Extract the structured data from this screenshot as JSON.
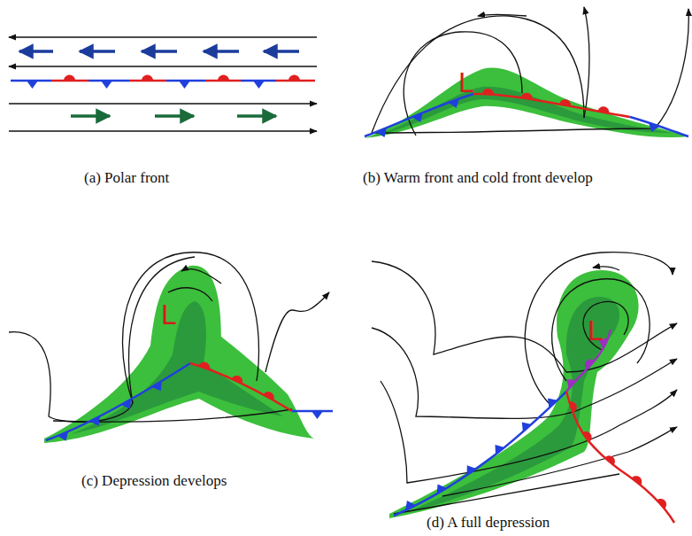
{
  "diagram": {
    "labels": [
      "(a) Polar front",
      "L",
      "(b) Warm front and cold front develop",
      "L",
      "(c) Depression develops",
      "L",
      "(d) A full depression"
    ]
  }
}
